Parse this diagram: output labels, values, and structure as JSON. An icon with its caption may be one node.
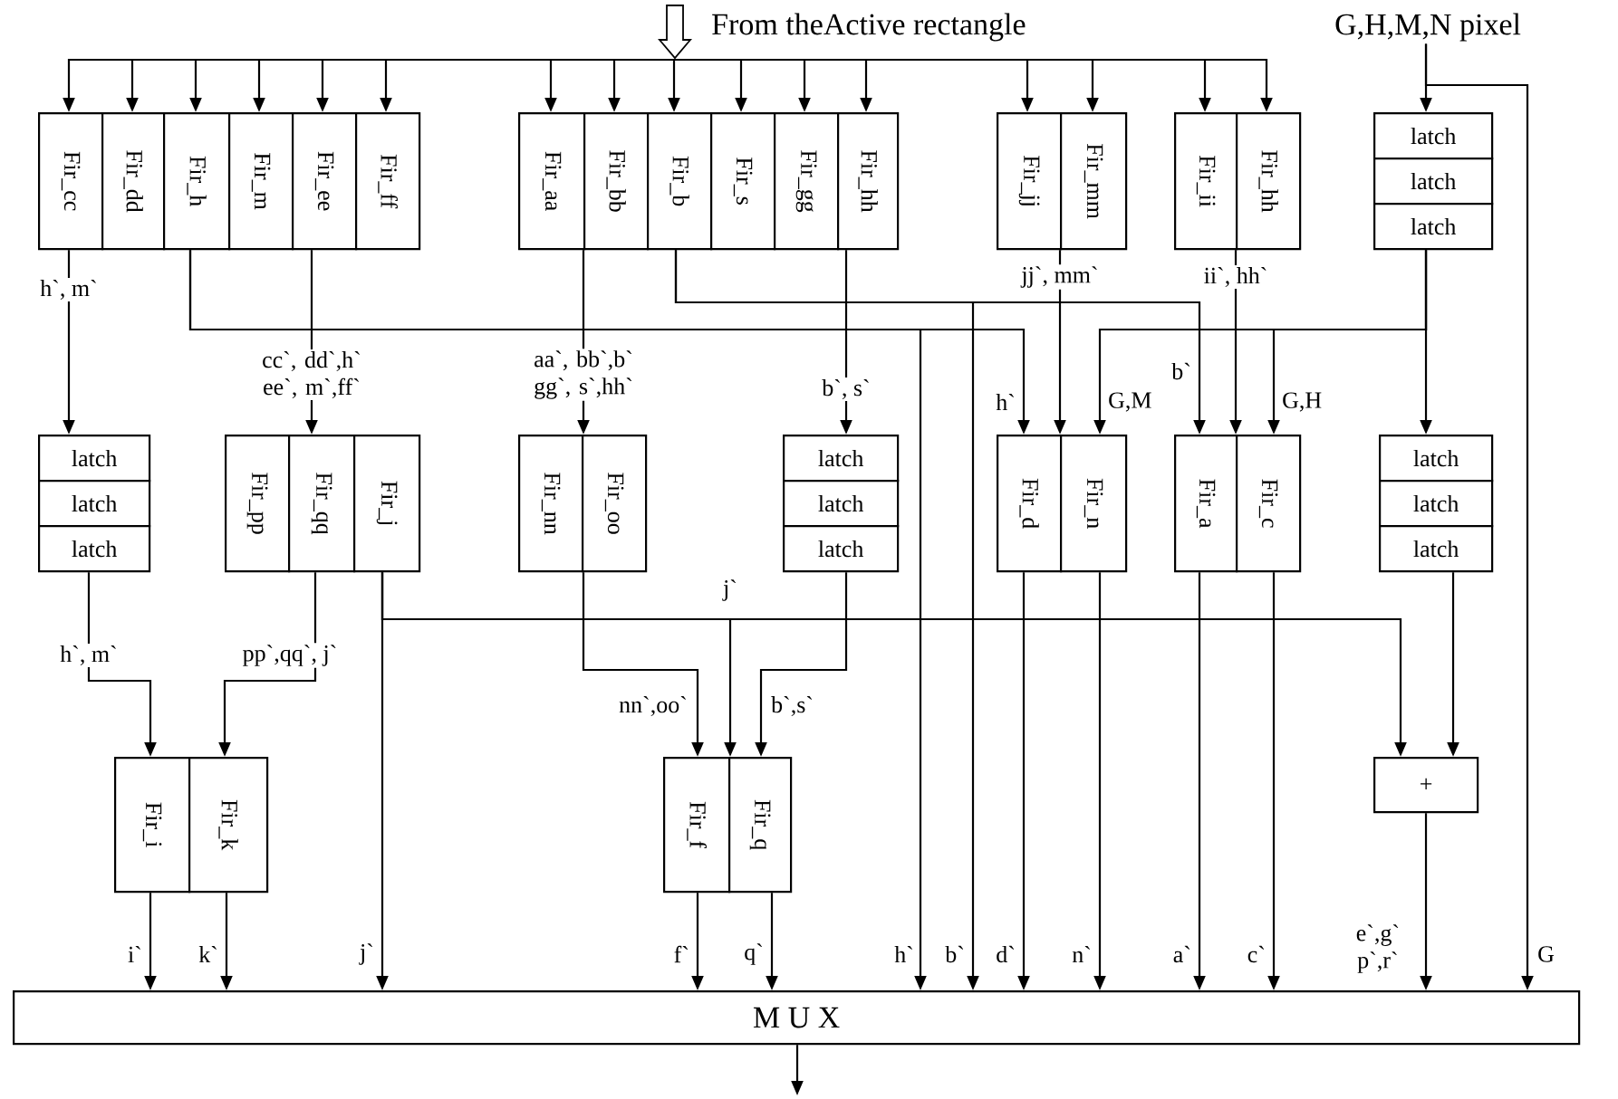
{
  "diagram": {
    "nodes": [
      {
        "text": [
          "From theActive rectangle"
        ]
      },
      {
        "text": [
          "G,H,M,N pixel"
        ]
      },
      {
        "text": [
          "Fir_cc"
        ]
      },
      {
        "text": [
          "Fir_dd"
        ]
      },
      {
        "text": [
          "Fir_h"
        ]
      },
      {
        "text": [
          "Fir_m"
        ]
      },
      {
        "text": [
          "Fir_ee"
        ]
      },
      {
        "text": [
          "Fir_ff"
        ]
      },
      {
        "text": [
          "Fir_aa"
        ]
      },
      {
        "text": [
          "Fir_bb"
        ]
      },
      {
        "text": [
          "Fir_b"
        ]
      },
      {
        "text": [
          "Fir_s"
        ]
      },
      {
        "text": [
          "Fir_gg"
        ]
      },
      {
        "text": [
          "Fir_hh"
        ]
      },
      {
        "text": [
          "Fir_jj"
        ]
      },
      {
        "text": [
          "Fir_mm"
        ]
      },
      {
        "text": [
          "Fir_ii"
        ]
      },
      {
        "text": [
          "Fir_hh"
        ]
      },
      {
        "text": [
          "latch"
        ]
      },
      {
        "text": [
          "latch"
        ]
      },
      {
        "text": [
          "latch"
        ]
      },
      {
        "text": [
          "latch"
        ]
      },
      {
        "text": [
          "latch"
        ]
      },
      {
        "text": [
          "latch"
        ]
      },
      {
        "text": [
          "Fir_pp"
        ]
      },
      {
        "text": [
          "Fir_qq"
        ]
      },
      {
        "text": [
          "Fir_j"
        ]
      },
      {
        "text": [
          "Fir_nn"
        ]
      },
      {
        "text": [
          "Fir_oo"
        ]
      },
      {
        "text": [
          "latch"
        ]
      },
      {
        "text": [
          "latch"
        ]
      },
      {
        "text": [
          "latch"
        ]
      },
      {
        "text": [
          "Fir_d"
        ]
      },
      {
        "text": [
          "Fir_n"
        ]
      },
      {
        "text": [
          "Fir_a"
        ]
      },
      {
        "text": [
          "Fir_c"
        ]
      },
      {
        "text": [
          "latch"
        ]
      },
      {
        "text": [
          "latch"
        ]
      },
      {
        "text": [
          "latch"
        ]
      },
      {
        "text": [
          "Fir_i"
        ]
      },
      {
        "text": [
          "Fir_k"
        ]
      },
      {
        "text": [
          "Fir_f"
        ]
      },
      {
        "text": [
          "Fir_q"
        ]
      },
      {
        "text": [
          "+"
        ]
      },
      {
        "text": [
          "M U X"
        ]
      }
    ],
    "edges": [
      {
        "from": 0,
        "to": 2,
        "arrow": "to"
      },
      {
        "from": 0,
        "to": 3,
        "arrow": "to"
      },
      {
        "from": 0,
        "to": 4,
        "arrow": "to"
      },
      {
        "from": 0,
        "to": 5,
        "arrow": "to"
      },
      {
        "from": 0,
        "to": 6,
        "arrow": "to"
      },
      {
        "from": 0,
        "to": 7,
        "arrow": "to"
      },
      {
        "from": 0,
        "to": 8,
        "arrow": "to"
      },
      {
        "from": 0,
        "to": 9,
        "arrow": "to"
      },
      {
        "from": 0,
        "to": 10,
        "arrow": "to"
      },
      {
        "from": 0,
        "to": 11,
        "arrow": "to"
      },
      {
        "from": 0,
        "to": 12,
        "arrow": "to"
      },
      {
        "from": 0,
        "to": 13,
        "arrow": "to"
      },
      {
        "from": 0,
        "to": 14,
        "arrow": "to"
      },
      {
        "from": 0,
        "to": 15,
        "arrow": "to"
      },
      {
        "from": 0,
        "to": 16,
        "arrow": "to"
      },
      {
        "from": 0,
        "to": 17,
        "arrow": "to"
      },
      {
        "from": 1,
        "to": 18,
        "arrow": "to"
      },
      {
        "from": 1,
        "to": 44,
        "arrow": "to",
        "label": "G"
      },
      {
        "from": 2,
        "to": 21,
        "arrow": "to",
        "label": "h`, m`"
      },
      {
        "from": 4,
        "to": 32,
        "arrow": "to",
        "label": "h`"
      },
      {
        "from": 4,
        "to": 44,
        "arrow": "to",
        "label": "h`"
      },
      {
        "from": 6,
        "to": 25,
        "arrow": "to",
        "label": "cc`, dd`,h` ee`, m`,ff`"
      },
      {
        "from": 8,
        "to": 27,
        "arrow": "to",
        "label": "aa`, bb`,b` gg`, s`,hh`"
      },
      {
        "from": 10,
        "to": 34,
        "arrow": "to",
        "label": "b`"
      },
      {
        "from": 10,
        "to": 44,
        "arrow": "to",
        "label": "b`"
      },
      {
        "from": 13,
        "to": 29,
        "arrow": "to",
        "label": "b`, s`"
      },
      {
        "from": 14,
        "to": 33,
        "arrow": "to",
        "label": "jj`, mm`"
      },
      {
        "from": 16,
        "to": 35,
        "arrow": "to",
        "label": "ii`, hh`"
      },
      {
        "from": 20,
        "to": 36,
        "arrow": "to"
      },
      {
        "from": 20,
        "to": 33,
        "arrow": "to",
        "label": "G,M"
      },
      {
        "from": 20,
        "to": 35,
        "arrow": "to",
        "label": "G,H"
      },
      {
        "from": 23,
        "to": 39,
        "arrow": "to",
        "label": "h`, m`"
      },
      {
        "from": 25,
        "to": 40,
        "arrow": "to",
        "label": "pp`,qq`, j`"
      },
      {
        "from": 26,
        "to": 44,
        "arrow": "to",
        "label": "j`"
      },
      {
        "from": 26,
        "to": 41,
        "arrow": "to",
        "label": "j`"
      },
      {
        "from": 26,
        "to": 43,
        "arrow": "to"
      },
      {
        "from": 27,
        "to": 41,
        "arrow": "to",
        "label": "nn`,oo`"
      },
      {
        "from": 31,
        "to": 42,
        "arrow": "to",
        "label": "b`,s`"
      },
      {
        "from": 32,
        "to": 44,
        "arrow": "to",
        "label": "d`"
      },
      {
        "from": 33,
        "to": 44,
        "arrow": "to",
        "label": "n`"
      },
      {
        "from": 34,
        "to": 44,
        "arrow": "to",
        "label": "a`"
      },
      {
        "from": 35,
        "to": 44,
        "arrow": "to",
        "label": "c`"
      },
      {
        "from": 38,
        "to": 43,
        "arrow": "to"
      },
      {
        "from": 43,
        "to": 44,
        "arrow": "to",
        "label": "e`,g` p`,r`"
      },
      {
        "from": 39,
        "to": 44,
        "arrow": "to",
        "label": "i`"
      },
      {
        "from": 40,
        "to": 44,
        "arrow": "to",
        "label": "k`"
      },
      {
        "from": 41,
        "to": 44,
        "arrow": "to",
        "label": "f`"
      },
      {
        "from": 42,
        "to": 44,
        "arrow": "to",
        "label": "q`"
      },
      {
        "from": 44,
        "to": null,
        "arrow": "to"
      }
    ]
  }
}
